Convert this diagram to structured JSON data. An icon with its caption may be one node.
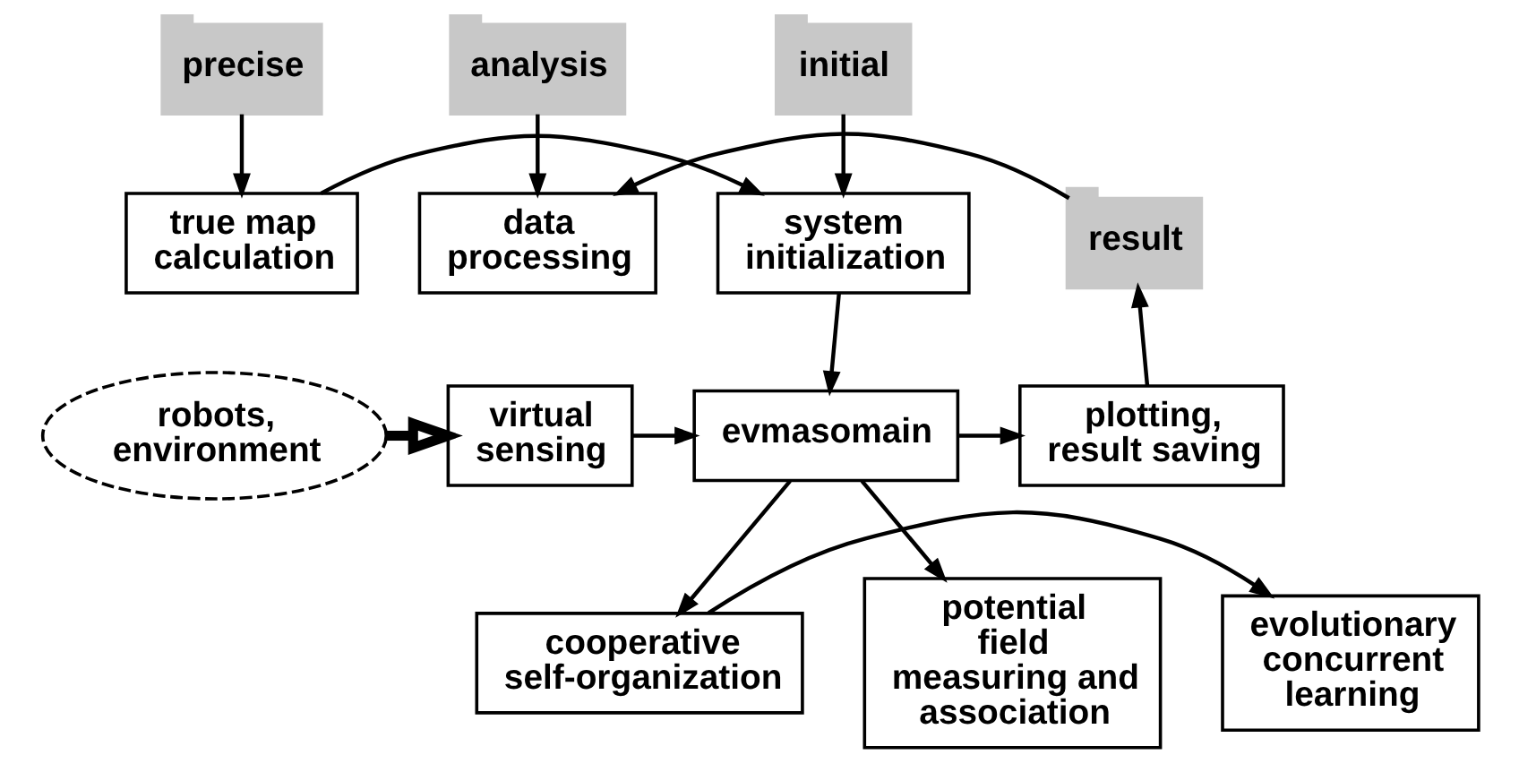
{
  "diagram": {
    "nodes": [
      {
        "text": [
          "precise"
        ]
      },
      {
        "text": [
          "initial"
        ]
      },
      {
        "text": [
          "analysis"
        ]
      },
      {
        "text": [
          "true map calculation"
        ]
      },
      {
        "text": [
          "system initialization"
        ]
      },
      {
        "text": [
          "data processing"
        ]
      },
      {
        "text": [
          "result"
        ]
      },
      {
        "text": [
          "robots, environment"
        ]
      },
      {
        "text": [
          "virtual sensing"
        ]
      },
      {
        "text": [
          "evmasomain"
        ]
      },
      {
        "text": [
          "plotting, result saving"
        ]
      },
      {
        "text": [
          "evolutionary concurrent learning"
        ]
      },
      {
        "text": [
          "cooperative self-organization"
        ]
      },
      {
        "text": [
          "potential field measuring and association"
        ]
      }
    ],
    "edges": [
      {
        "from": 0,
        "to": 3,
        "arrow": "to"
      },
      {
        "from": 1,
        "to": 4,
        "arrow": "to"
      },
      {
        "from": 2,
        "to": 5,
        "arrow": "to"
      },
      {
        "from": 3,
        "to": 4,
        "arrow": "to"
      },
      {
        "from": 4,
        "to": 9,
        "arrow": "to"
      },
      {
        "from": 6,
        "to": 5,
        "arrow": "to"
      },
      {
        "from": 7,
        "to": 8,
        "arrow": "to",
        "style": "thick"
      },
      {
        "from": 8,
        "to": 9,
        "arrow": "to"
      },
      {
        "from": 9,
        "to": 10,
        "arrow": "to"
      },
      {
        "from": 10,
        "to": 6,
        "arrow": "to"
      },
      {
        "from": 9,
        "to": 12,
        "arrow": "to"
      },
      {
        "from": 9,
        "to": 13,
        "arrow": "to"
      },
      {
        "from": 12,
        "to": 11,
        "arrow": "to"
      }
    ]
  }
}
